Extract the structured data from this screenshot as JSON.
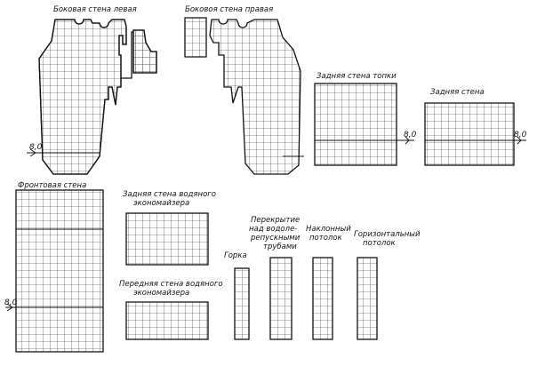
{
  "diagram": {
    "level_mark": "8,0",
    "labels": {
      "side_left": "Боковая стена левая",
      "side_right": "Боковоя стена правая",
      "rear_furnace": "Задняя стена топки",
      "rear": "Задняя стена",
      "front": "Фронтовая стена",
      "econ_rear_1": "Задняя стена водяного",
      "econ_rear_2": "экономайзера",
      "econ_front_1": "Передняя стена водяного",
      "econ_front_2": "экономайзера",
      "cover_1": "Перекрытие",
      "cover_2": "над водоле-",
      "cover_3": "репускными",
      "cover_4": "трубами",
      "hill": "Горка",
      "incl_1": "Наклонный",
      "incl_2": "потолок",
      "horiz_1": "Горизонтальный",
      "horiz_2": "потолок"
    }
  }
}
